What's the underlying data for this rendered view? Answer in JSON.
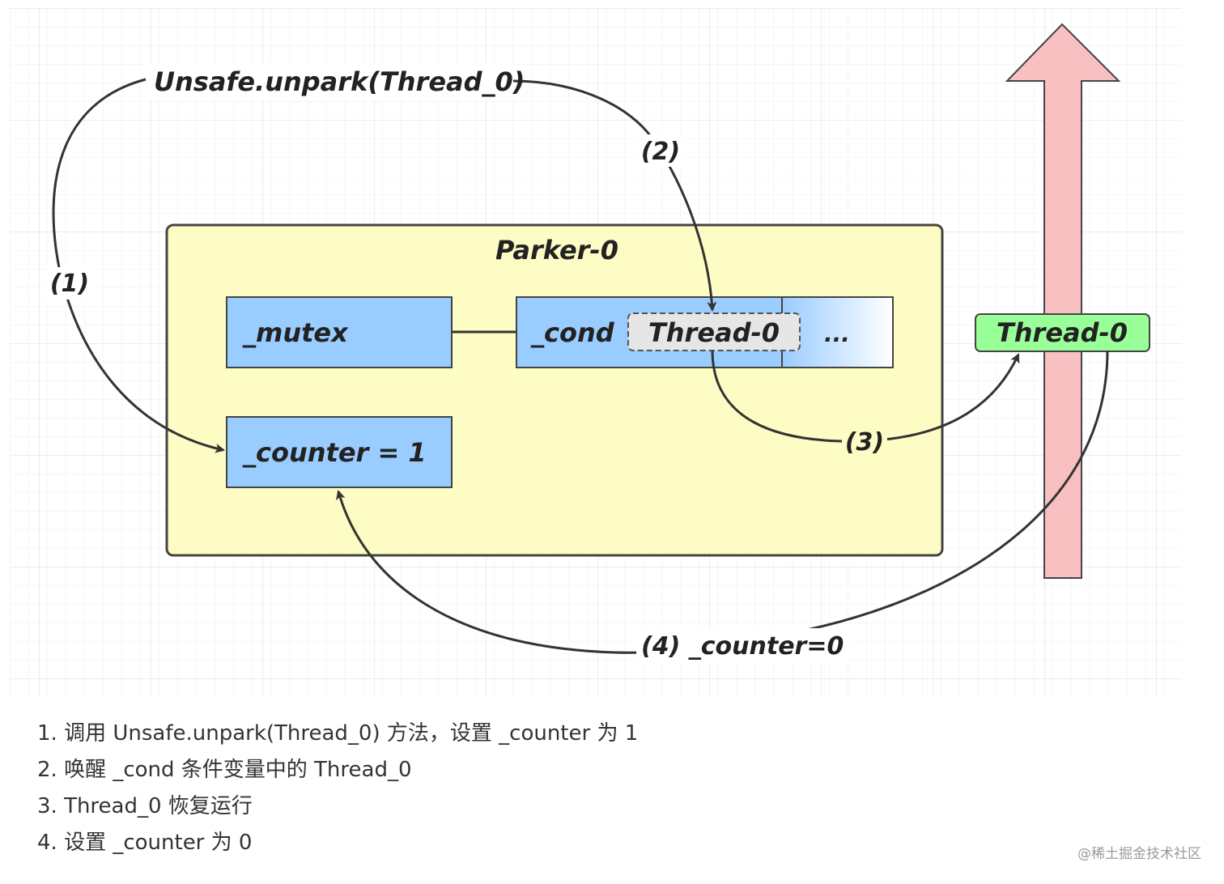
{
  "diagram": {
    "call_label": "Unsafe.unpark(Thread_0)",
    "step1": "(1)",
    "step2": "(2)",
    "step3": "(3)",
    "step4": "(4) _counter=0",
    "parker_title": "Parker-0",
    "mutex": "_mutex",
    "cond": "_cond",
    "cond_thread": "Thread-0",
    "cond_more": "...",
    "counter": "_counter = 1",
    "thread": "Thread-0",
    "colors": {
      "parker_fill": "#fcfcc4",
      "field_fill": "#99ccff",
      "thread_fill": "#99ff99",
      "arrow_fill": "#f8c0c0"
    }
  },
  "notes": [
    "1. 调用 Unsafe.unpark(Thread_0) 方法，设置 _counter 为 1",
    "2. 唤醒 _cond 条件变量中的 Thread_0",
    "3. Thread_0 恢复运行",
    "4. 设置 _counter 为 0"
  ],
  "watermark": "@稀土掘金技术社区"
}
